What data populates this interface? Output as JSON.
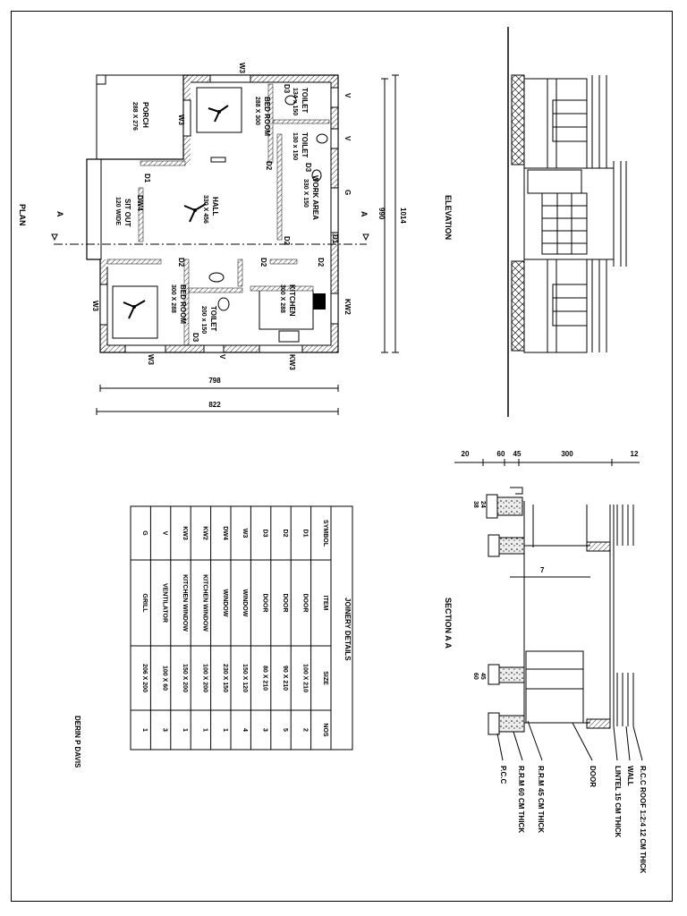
{
  "plan": {
    "title": "PLAN",
    "section_marker": "A",
    "rooms": {
      "porch": {
        "name": "PORCH",
        "size": "288 X 276"
      },
      "bedroom1": {
        "name": "BED ROOM",
        "size": "288 X 300"
      },
      "toilet1": {
        "name": "TOILET",
        "size": "134 x 150"
      },
      "toilet2": {
        "name": "TOILET",
        "size": "130 x 150"
      },
      "work_area": {
        "name": "WORK AREA",
        "size": "330 X 150"
      },
      "hall": {
        "name": "HALL",
        "size": "330 X 456"
      },
      "sitout": {
        "name": "SIT OUT",
        "size": "120 WIDE"
      },
      "bedroom2": {
        "name": "BED ROOM",
        "size": "300 X 288"
      },
      "toilet3": {
        "name": "TOILET",
        "size": "200 x 150"
      },
      "kitchen": {
        "name": "KITCHEN",
        "size": "300 X 288"
      }
    },
    "tags": {
      "w3": "W3",
      "d1": "D1",
      "d2": "D2",
      "d3": "D3",
      "v": "V",
      "g": "G",
      "dw4": "DW4",
      "kw2": "KW2",
      "kw3": "KW3"
    },
    "dims": {
      "inner_width": "798",
      "outer_width": "822",
      "inner_height": "990",
      "outer_height": "1014"
    }
  },
  "elevation": {
    "title": "ELEVATION"
  },
  "section": {
    "title": "SECTION A A",
    "top_dims": [
      "20",
      "60",
      "45",
      "300",
      "12"
    ],
    "dim_24": "24",
    "dim_38": "38",
    "dim_7": "7",
    "dim_45": "45",
    "dim_60": "60",
    "callouts": [
      "R.C.C ROOF 1:2:4  12 CM THICK",
      "WALL",
      "LINTEL 15 CM THICK",
      "DOOR",
      "R.R.M 45 CM THICK",
      "R.R.M 60 CM THICK",
      "P.C.C"
    ]
  },
  "joinery": {
    "title": "JOINERY DETAILS",
    "headers": [
      "SYMBOL",
      "ITEM",
      "SIZE",
      "NOS"
    ],
    "rows": [
      [
        "D1",
        "DOOR",
        "100 X 210",
        "2"
      ],
      [
        "D2",
        "DOOR",
        "90 X 210",
        "5"
      ],
      [
        "D3",
        "DOOR",
        "80 X 210",
        "3"
      ],
      [
        "W3",
        "WINDOW",
        "150 X 120",
        "4"
      ],
      [
        "DW4",
        "WINDOW",
        "230 X 150",
        "1"
      ],
      [
        "KW2",
        "KITCHEN WINDOW",
        "100 X 200",
        "1"
      ],
      [
        "KW3",
        "KITCHEN WINDOW",
        "150 X 200",
        "1"
      ],
      [
        "V",
        "VENTILATOR",
        "100 X 60",
        "3"
      ],
      [
        "G",
        "GRILL",
        "206 X 200",
        "1"
      ]
    ]
  },
  "author": "DERIN P DAVIS"
}
